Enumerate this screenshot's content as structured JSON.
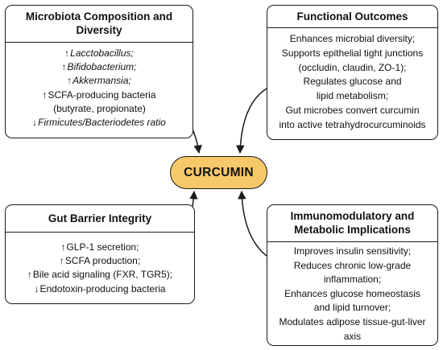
{
  "center": {
    "label": "CURCUMIN",
    "fill": "#f7c86a"
  },
  "boxes": {
    "micro": {
      "title": "Microbiota Composition and Diversity",
      "lines": [
        {
          "arrow": "↑",
          "text": "Lacctobacillus;"
        },
        {
          "arrow": "↑",
          "text": "Bifidobacterium;"
        },
        {
          "arrow": "↑",
          "text": "Akkermansia;"
        },
        {
          "arrow": "↑",
          "text": "SCFA-producing bacteria"
        },
        {
          "arrow": "",
          "text": "(butyrate, propionate)"
        },
        {
          "arrow": "↓",
          "text": "Firmicutes/Bacteriodetes ratio"
        }
      ]
    },
    "func": {
      "title": "Functional Outcomes",
      "lines": [
        "Enhances microbial diversity;",
        "Supports epithelial tight junctions",
        "(occludin, claudin, ZO-1);",
        "Regulates glucose and",
        "lipid metabolism;",
        "Gut microbes convert curcumin",
        "into active tetrahydrocurcuminoids"
      ]
    },
    "gut": {
      "title": "Gut Barrier Integrity",
      "lines": [
        {
          "arrow": "↑",
          "text": "GLP-1 secretion;"
        },
        {
          "arrow": "↑",
          "text": "SCFA production;"
        },
        {
          "arrow": "↑",
          "text": "Bile acid signaling (FXR, TGR5);"
        },
        {
          "arrow": "↓",
          "text": "Endotoxin-producing bacteria"
        }
      ]
    },
    "immuno": {
      "title": "Immunomodulatory and Metabolic Implications",
      "lines": [
        "Improves insulin sensitivity;",
        "Reduces chronic low-grade",
        "inflammation;",
        "Enhances glucose homeostasis",
        "and lipid turnover;",
        "Modulates adipose tissue-gut-liver",
        "axis"
      ]
    }
  }
}
